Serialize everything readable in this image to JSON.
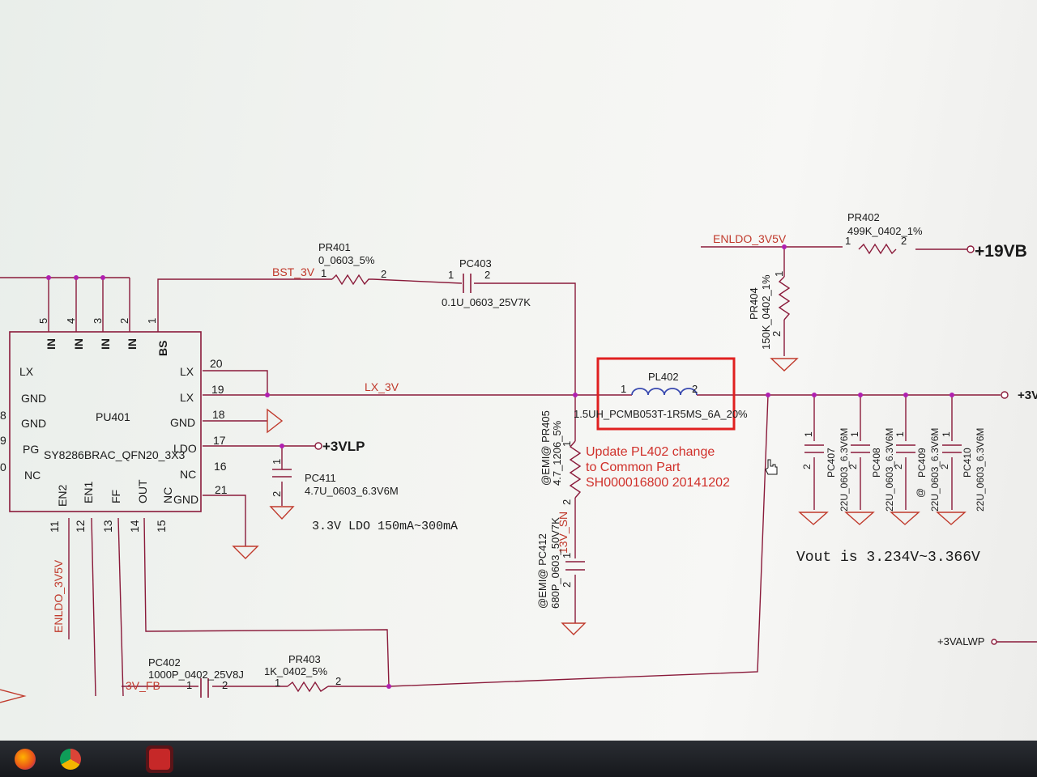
{
  "colors": {
    "wire": "#8a1a3a",
    "junction": "#b020b0",
    "text": "#1a1a1a",
    "netlabel": "#c0392b",
    "note": "#d0302a",
    "highlight": "#e02020"
  },
  "ic": {
    "ref": "PU401",
    "part": "SY8286BRAC_QFN20_3X3",
    "top_pin_numbers": [
      "5",
      "4",
      "3",
      "2",
      "1"
    ],
    "top_pin_names": [
      "IN",
      "IN",
      "IN",
      "IN",
      "BS"
    ],
    "left_pins": [
      "LX",
      "GND",
      "GND",
      "PG",
      "NC"
    ],
    "left_pin_numbers": [
      "8",
      "9",
      "0"
    ],
    "right_pins": [
      "LX",
      "LX",
      "GND",
      "LDO",
      "NC",
      "GND"
    ],
    "right_pin_numbers": [
      "20",
      "19",
      "18",
      "17",
      "16",
      "21"
    ],
    "bottom_pin_names": [
      "EN2",
      "EN1",
      "FF",
      "OUT",
      "NC"
    ],
    "bottom_pin_numbers": [
      "11",
      "12",
      "13",
      "14",
      "15"
    ]
  },
  "nets": {
    "bst": "BST_3V",
    "lx": "LX_3V",
    "enldo_top": "ENLDO_3V5V",
    "enldo_left": "ENLDO_3V5V",
    "fb": "3V_FB",
    "sn": "13V_SN"
  },
  "power": {
    "vin": "+19VB",
    "vlp": "+3VLP",
    "vout": "+3V",
    "alwp": "+3VALWP"
  },
  "parts": {
    "pr401": {
      "ref": "PR401",
      "value": "0_0603_5%",
      "pin1": "1",
      "pin2": "2"
    },
    "pc403": {
      "ref": "PC403",
      "value": "0.1U_0603_25V7K",
      "pin1": "1",
      "pin2": "2"
    },
    "pr402": {
      "ref": "PR402",
      "value": "499K_0402_1%",
      "pin1": "1",
      "pin2": "2"
    },
    "pr404": {
      "ref": "PR404",
      "value": "150K_0402_1%",
      "pin1": "1",
      "pin2": "2"
    },
    "pl402": {
      "ref": "PL402",
      "value": "1.5UH_PCMB053T-1R5MS_6A_20%",
      "pin1": "1",
      "pin2": "2"
    },
    "pr405": {
      "ref": "@EMI@ PR405",
      "value": "4.7_1206_5%",
      "pin1": "1",
      "pin2": "2"
    },
    "pc412": {
      "ref": "@EMI@ PC412",
      "value": "680P_0603_50V7K",
      "pin1": "1",
      "pin2": "2"
    },
    "pc411": {
      "ref": "PC411",
      "value": "4.7U_0603_6.3V6M",
      "pin1": "1",
      "pin2": "2"
    },
    "pc402": {
      "ref": "PC402",
      "value": "1000P_0402_25V8J",
      "pin1": "1",
      "pin2": "2"
    },
    "pr403": {
      "ref": "PR403",
      "value": "1K_0402_5%",
      "pin1": "1",
      "pin2": "2"
    },
    "pc407": {
      "ref": "PC407",
      "value": "22U_0603_6.3V6M",
      "pin1": "1",
      "pin2": "2"
    },
    "pc408": {
      "ref": "PC408",
      "value": "22U_0603_6.3V6M",
      "pin1": "1",
      "pin2": "2"
    },
    "pc409": {
      "ref": "PC409",
      "value": "22U_0603_6.3V6M",
      "prefix": "@",
      "pin1": "1",
      "pin2": "2"
    },
    "pc410": {
      "ref": "PC410",
      "value": "22U_0603_6.3V6M",
      "pin1": "1",
      "pin2": "2"
    }
  },
  "notes": {
    "update_line1": "Update PL402 change",
    "update_line2": "to  Common Part",
    "update_line3": "SH000016800 20141202",
    "ldo": "3.3V LDO 150mA~300mA",
    "vout": "Vout is 3.234V~3.366V"
  },
  "taskbar": {
    "icons": [
      "firefox-icon",
      "chrome-icon",
      "pdf-reader-icon"
    ]
  }
}
